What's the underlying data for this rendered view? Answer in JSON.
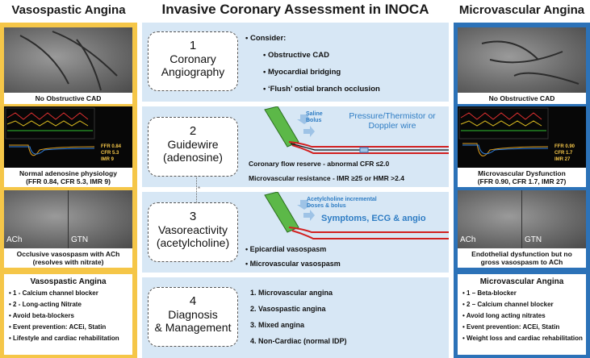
{
  "header": {
    "left": "Vasospastic Angina",
    "center": "Invasive Coronary Assessment in INOCA",
    "right": "Microvascular Angina"
  },
  "left": {
    "img1_caption": "No Obstructive CAD",
    "trace_labels": [
      "FFR 0.84",
      "CFR 5.3",
      "IMR 9"
    ],
    "trace_caption_1": "Normal adenosine physiology",
    "trace_caption_2": "(FFR 0.84, CFR 5.3, IMR 9)",
    "img_ach": "ACh",
    "img_gtn": "GTN",
    "img3_caption_1": "Occlusive vasospasm with ACh",
    "img3_caption_2": "(resolves with nitrate)",
    "box_title": "Vasospastic Angina",
    "box_items": [
      "1 - Calcium channel blocker",
      "2 - Long-acting Nitrate",
      "Avoid beta-blockers",
      "Event prevention: ACEi, Statin",
      "Lifestyle and cardiac rehabilitation"
    ]
  },
  "right": {
    "img1_caption": "No Obstructive CAD",
    "trace_labels": [
      "FFR 0.90",
      "CFR 1.7",
      "IMR 27"
    ],
    "trace_caption_1": "Microvascular Dysfunction",
    "trace_caption_2": "(FFR 0.90, CFR 1.7, IMR 27)",
    "img_ach": "ACh",
    "img_gtn": "GTN",
    "img3_caption_1": "Endothelial dysfunction but no",
    "img3_caption_2": "gross vasospasm to ACh",
    "box_title": "Microvascular Angina",
    "box_items": [
      "1 – Beta-blocker",
      "2 – Calcium channel blocker",
      "Avoid long acting nitrates",
      "Event prevention: ACEi, Statin",
      "Weight loss and cardiac rehabilitation"
    ]
  },
  "steps": [
    {
      "num": "1",
      "title1": "Coronary",
      "title2": "Angiography",
      "lead": "Consider:",
      "items": [
        "Obstructive CAD",
        "Myocardial bridging",
        "‘Flush’ ostial branch occlusion"
      ]
    },
    {
      "num": "2",
      "title1": "Guidewire",
      "title2": "(adenosine)",
      "bolus1": "Saline",
      "bolus2": "Bolus",
      "wire1": "Pressure/Thermistor or",
      "wire2": "Doppler wire",
      "items": [
        "Coronary flow reserve - abnormal CFR ≤2.0",
        "Microvascular resistance - IMR ≥25 or HMR >2.4"
      ]
    },
    {
      "num": "3",
      "title1": "Vasoreactivity",
      "title2": "(acetylcholine)",
      "ach1": "Acetylcholine incremental",
      "ach2": "Doses & bolus",
      "sym": "Symptoms, ECG & angio",
      "items": [
        "Epicardial vasospasm",
        "Microvascular vasospasm"
      ]
    },
    {
      "num": "4",
      "title1": "Diagnosis",
      "title2": "& Management",
      "items": [
        "1.  Microvascular angina",
        "2.  Vasospastic angina",
        "3.  Mixed angina",
        "4.  Non-Cardiac (normal IDP)"
      ]
    }
  ],
  "connector_mark": "*",
  "colors": {
    "left_panel": "#f5c648",
    "right_panel": "#2c72b8",
    "row_bg": "#d7e7f5",
    "accent_blue": "#2f7dc4",
    "vessel_green": "#5cb848",
    "vessel_red": "#d22020"
  }
}
